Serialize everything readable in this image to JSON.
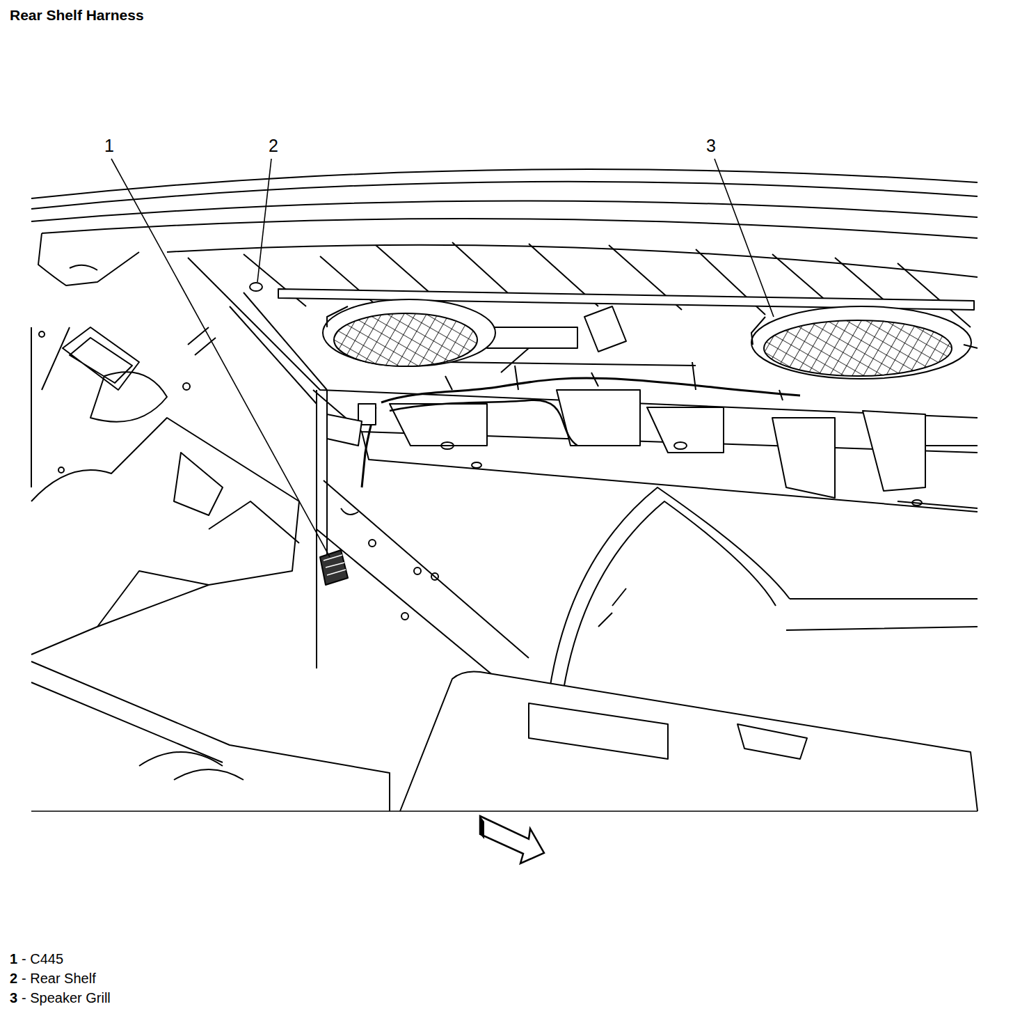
{
  "diagram": {
    "title": "Rear Shelf Harness",
    "labels": [
      "1",
      "2",
      "3",
      "1",
      "- C445",
      "2",
      "- Rear Shelf",
      "3",
      "- Speaker Grill"
    ]
  }
}
